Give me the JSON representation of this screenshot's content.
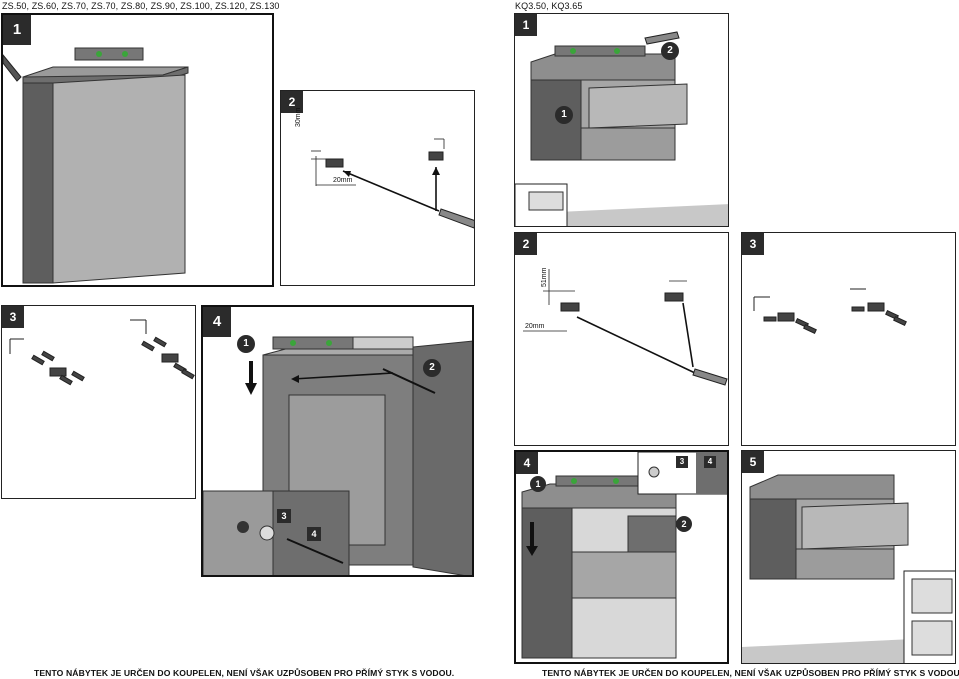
{
  "headers": {
    "left": "ZS.50, ZS.60, ZS.70, ZS.70, ZS.80, ZS.90, ZS.100, ZS.120, ZS.130",
    "right": "KQ3.50, KQ3.65"
  },
  "left_panels": {
    "p1": {
      "step": "1"
    },
    "p2": {
      "step": "2",
      "dim_vertical": "30mm",
      "dim_horizontal": "20mm"
    },
    "p3": {
      "step": "3"
    },
    "p4": {
      "step": "4",
      "badge_1": "1",
      "badge_2": "2",
      "badge_3": "3",
      "badge_4": "4"
    }
  },
  "right_panels": {
    "p1": {
      "step": "1",
      "badge_1": "1",
      "badge_2": "2"
    },
    "p2": {
      "step": "2",
      "dim_vertical": "51mm",
      "dim_horizontal": "20mm"
    },
    "p3": {
      "step": "3"
    },
    "p4": {
      "step": "4",
      "badge_1": "1",
      "badge_2": "2",
      "badge_3": "3",
      "badge_4": "4"
    },
    "p5": {
      "step": "5"
    }
  },
  "footer": {
    "left": "TENTO NÁBYTEK JE URČEN DO KOUPELEN, NENÍ VŠAK UZPŮSOBEN PRO PŘÍMÝ STYK S VODOU.",
    "right": "TENTO NÁBYTEK JE URČEN DO KOUPELEN, NENÍ VŠAK UZPŮSOBEN PRO PŘÍMÝ STYK S VODOU."
  },
  "colors": {
    "cabinet_dark": "#5b5b5b",
    "cabinet_mid": "#8a8a8a",
    "cabinet_light": "#b4b4b4",
    "level_green": "#3aa53a",
    "badge": "#222222"
  }
}
